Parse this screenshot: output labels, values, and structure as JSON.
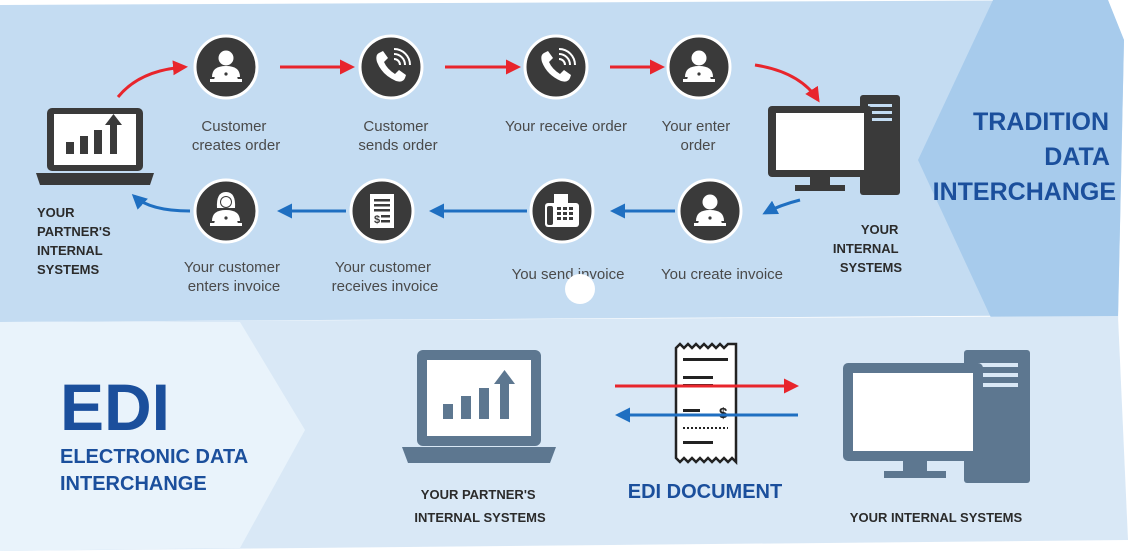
{
  "traditional": {
    "title": [
      "TRADITION",
      "DATA",
      "INTERCHANGE"
    ],
    "partner_label": [
      "YOUR",
      "PARTNER'S",
      "INTERNAL",
      "SYSTEMS"
    ],
    "internal_label": [
      "YOUR",
      "INTERNAL",
      "SYSTEMS"
    ],
    "order_steps": [
      {
        "icon": "person-laptop-icon",
        "lines": [
          "Customer",
          "creates order"
        ]
      },
      {
        "icon": "phone-icon",
        "lines": [
          "Customer",
          "sends order"
        ]
      },
      {
        "icon": "phone-icon",
        "lines": [
          "Your receive order"
        ]
      },
      {
        "icon": "person-laptop-icon",
        "lines": [
          "Your enter",
          "order"
        ]
      }
    ],
    "invoice_steps": [
      {
        "icon": "person-laptop-icon",
        "lines": [
          "You create invoice"
        ]
      },
      {
        "icon": "fax-icon",
        "lines": [
          "You send invoice"
        ]
      },
      {
        "icon": "invoice-doc-icon",
        "lines": [
          "Your customer",
          "receives invoice"
        ]
      },
      {
        "icon": "woman-laptop-icon",
        "lines": [
          "Your customer",
          "enters invoice"
        ]
      }
    ],
    "colors": {
      "order_arrow": "#e8252c",
      "invoice_arrow": "#1f6fc1",
      "circle": "#3a3a3a"
    }
  },
  "edi": {
    "big": "EDI",
    "subtitle": [
      "ELECTRONIC DATA",
      "INTERCHANGE"
    ],
    "partner_label": [
      "YOUR PARTNER'S",
      "INTERNAL SYSTEMS"
    ],
    "document_label": "EDI DOCUMENT",
    "internal_label": "YOUR INTERNAL SYSTEMS",
    "colors": {
      "device": "#5d7790",
      "accent": "#1b4f9c"
    }
  }
}
